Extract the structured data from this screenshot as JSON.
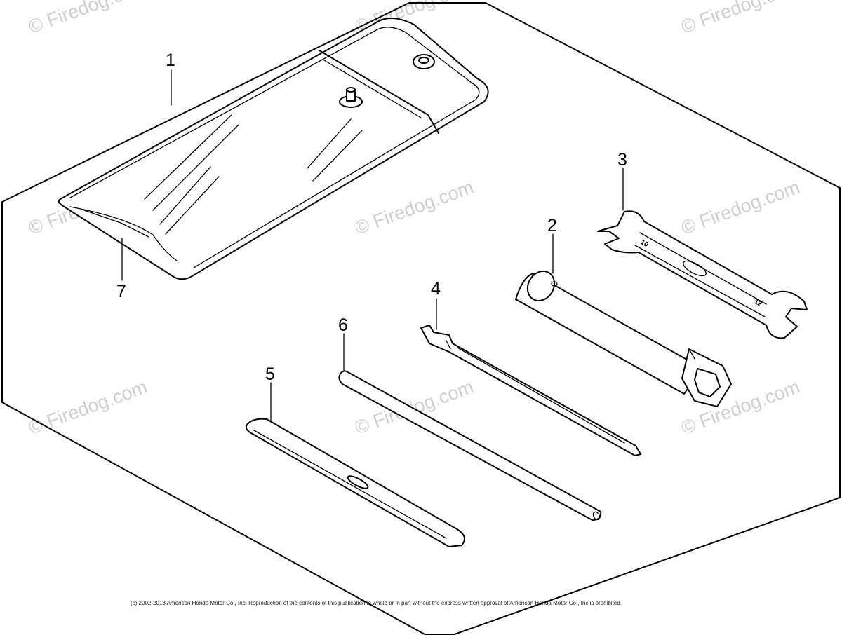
{
  "callouts": [
    {
      "id": "1",
      "label": "1"
    },
    {
      "id": "2",
      "label": "2"
    },
    {
      "id": "3",
      "label": "3"
    },
    {
      "id": "4",
      "label": "4"
    },
    {
      "id": "5",
      "label": "5"
    },
    {
      "id": "6",
      "label": "6"
    },
    {
      "id": "7",
      "label": "7"
    }
  ],
  "watermark": "© Firedog.com",
  "wrench_markings": {
    "small_end": "10",
    "large_end": "12"
  },
  "copyright": "(c) 2002-2013 American Honda Motor Co., Inc. Reproduction of the contents of this publication in whole or in part without the express written approval of American Honda Motor Co., Inc is prohibited.",
  "colors": {
    "line": "#000000",
    "watermark": "#cfcfcf",
    "background": "#ffffff"
  }
}
